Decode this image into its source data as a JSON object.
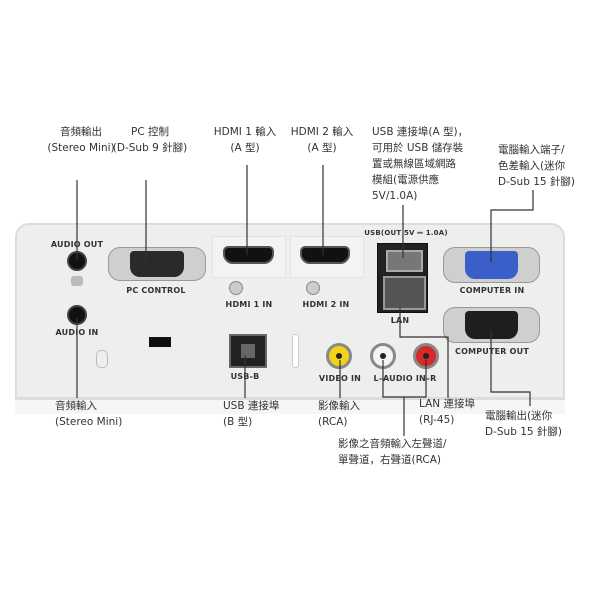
{
  "callouts_top": {
    "audio_out": [
      "音頻輸出",
      "(Stereo Mini)"
    ],
    "pc_control": [
      "PC 控制",
      "(D-Sub 9 針腳)"
    ],
    "hdmi1": [
      "HDMI 1 輸入",
      "(A 型)"
    ],
    "hdmi2": [
      "HDMI 2 輸入",
      "(A 型)"
    ],
    "usb_a": [
      "USB 連接埠(A 型)，",
      "可用於 USB 儲存裝",
      "置或無線區域網路",
      "模組(電源供應",
      "5V/1.0A)"
    ],
    "computer_in": [
      "電腦輸入端子/",
      "色差輸入(迷你",
      "D-Sub 15 針腳)"
    ]
  },
  "callouts_bottom": {
    "audio_in": [
      "音頻輸入",
      "(Stereo Mini)"
    ],
    "usb_b": [
      "USB 連接埠",
      "(B 型)"
    ],
    "video_in": [
      "影像輸入",
      "(RCA)"
    ],
    "lan": [
      "LAN 連接埠",
      "(RJ-45)"
    ],
    "computer_out": [
      "電腦輸出(迷你",
      "D-Sub 15 針腳)"
    ],
    "audio_lr": [
      "影像之音頻輸入左聲道/",
      "單聲道，右聲道(RCA)"
    ]
  },
  "panel_labels": {
    "audio_out": "AUDIO OUT",
    "audio_in": "AUDIO IN",
    "pc_control": "PC  CONTROL",
    "hdmi1": "HDMI 1 IN",
    "hdmi2": "HDMI 2 IN",
    "usb": "USB(OUT 5V ⎓ 1.0A)",
    "lan": "LAN",
    "computer_in": "COMPUTER  IN",
    "computer_out": "COMPUTER  OUT",
    "usb_b": "USB-B",
    "video_in": "VIDEO IN",
    "audio_lr": "L–AUDIO IN–R"
  },
  "colors": {
    "vga_in": "#3a5fc8",
    "rca_video": "#f2d21a",
    "rca_left": "#f4f4f4",
    "rca_right": "#d42a2a"
  }
}
